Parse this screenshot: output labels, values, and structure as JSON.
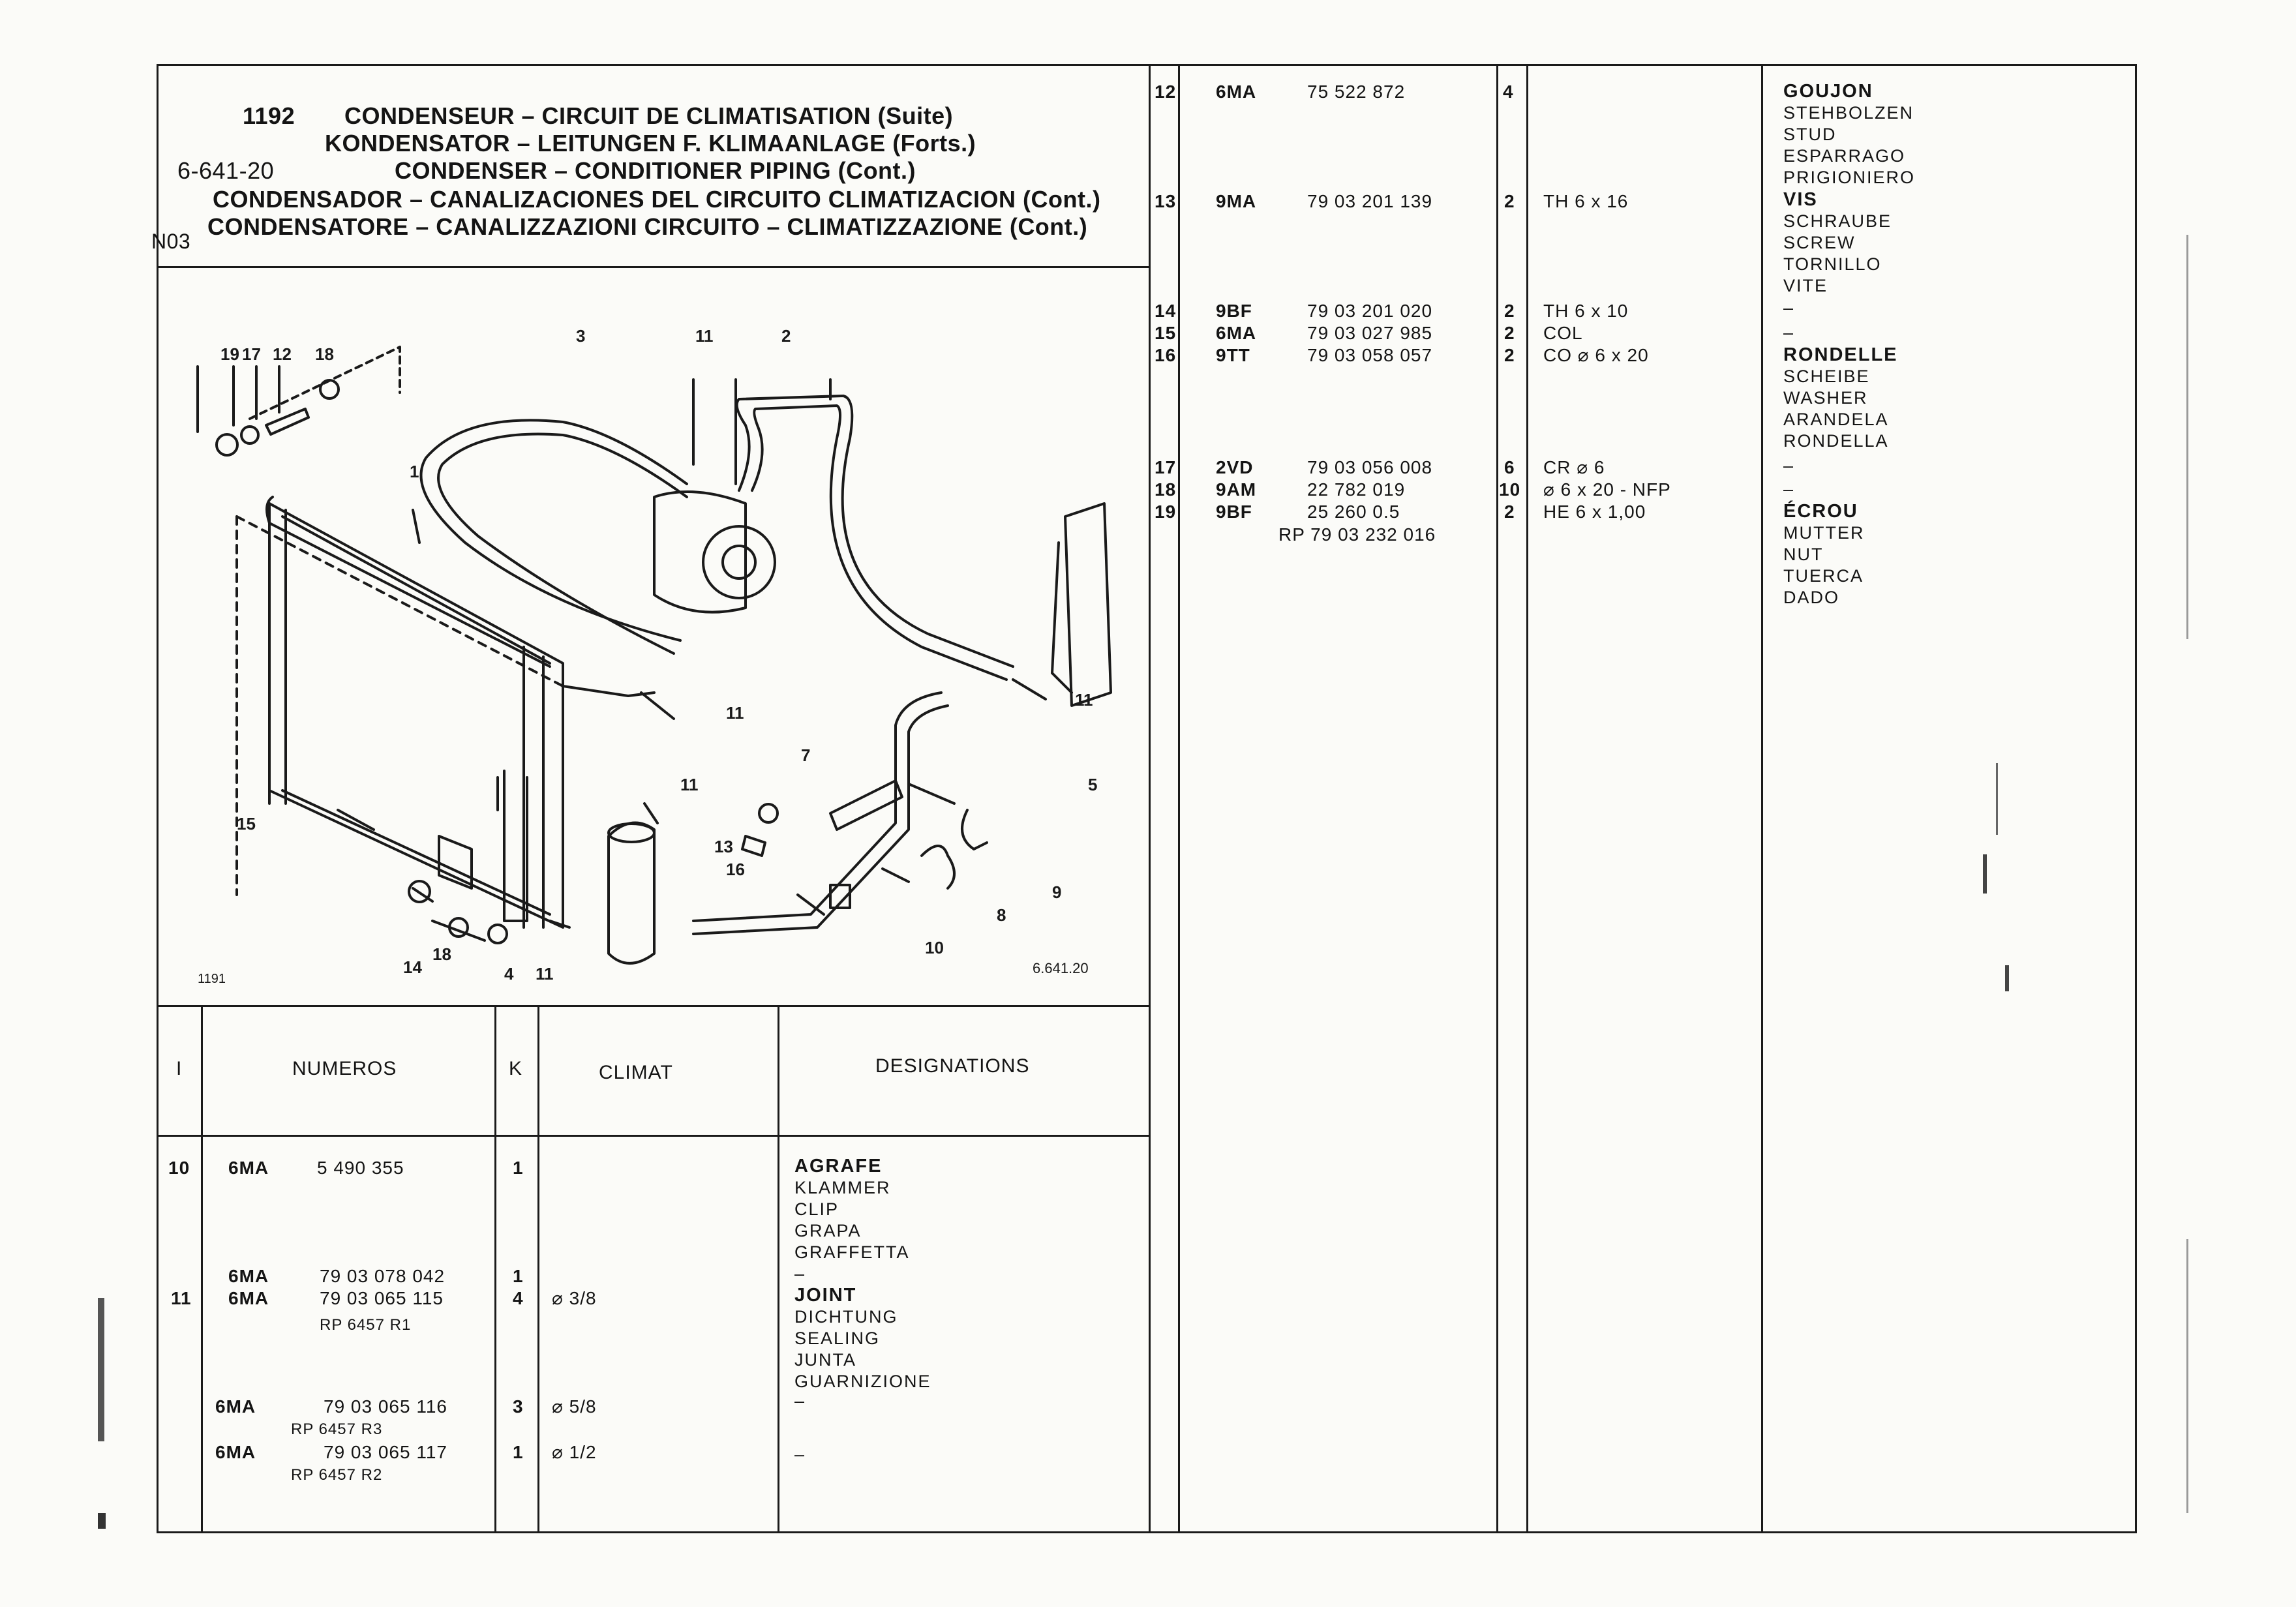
{
  "header": {
    "page_number": "1192",
    "line_fr": "CONDENSEUR – CIRCUIT DE CLIMATISATION (Suite)",
    "line_de": "KONDENSATOR – LEITUNGEN F. KLIMAANLAGE (Forts.)",
    "ref_code": "6-641-20",
    "line_en": "CONDENSER – CONDITIONER PIPING (Cont.)",
    "line_es": "CONDENSADOR – CANALIZACIONES DEL CIRCUITO CLIMATIZACION (Cont.)",
    "side_code": "N03",
    "line_it": "CONDENSATORE – CANALIZZAZIONI CIRCUITO – CLIMATIZZAZIONE (Cont.)"
  },
  "diagram": {
    "page_ref": "1191",
    "drawing_ref": "6.641.20",
    "callouts": [
      "19",
      "17",
      "12",
      "18",
      "3",
      "11",
      "2",
      "1",
      "11",
      "11",
      "7",
      "5",
      "11",
      "15",
      "13",
      "16",
      "9",
      "8",
      "10",
      "14",
      "18",
      "4",
      "11"
    ]
  },
  "table_header": {
    "col_index": "I",
    "col_numbers": "NUMEROS",
    "col_k": "K",
    "col_climat": "CLIMAT",
    "col_designations": "DESIGNATIONS"
  },
  "left_rows": [
    {
      "item": "10",
      "code": "6MA",
      "number": "5 490 355",
      "k": "1",
      "climat": "",
      "desig": [
        "AGRAFE",
        "KLAMMER",
        "CLIP",
        "GRAPA",
        "GRAFFETTA"
      ]
    },
    {
      "item": "",
      "code": "6MA",
      "number": "79 03 078 042",
      "k": "1",
      "climat": "",
      "desig": [
        "–"
      ]
    },
    {
      "item": "11",
      "code": "6MA",
      "number": "79 03 065 115",
      "k": "4",
      "climat": "⌀ 3/8",
      "desig": [
        "JOINT",
        "DICHTUNG",
        "SEALING",
        "JUNTA",
        "GUARNIZIONE"
      ],
      "rp": "RP 6457 R1"
    },
    {
      "item": "",
      "code": "6MA",
      "number": "79 03 065 116",
      "k": "3",
      "climat": "⌀ 5/8",
      "desig": [
        "–"
      ],
      "rp": "RP 6457 R3"
    },
    {
      "item": "",
      "code": "6MA",
      "number": "79 03 065 117",
      "k": "1",
      "climat": "⌀ 1/2",
      "desig": [
        "–"
      ],
      "rp": "RP 6457 R2"
    }
  ],
  "right_rows": [
    {
      "item": "12",
      "code": "6MA",
      "number": "75 522 872",
      "k": "4",
      "climat": "",
      "desig": [
        "GOUJON",
        "STEHBOLZEN",
        "STUD",
        "ESPARRAGO",
        "PRIGIONIERO"
      ]
    },
    {
      "item": "13",
      "code": "9MA",
      "number": "79 03 201 139",
      "k": "2",
      "climat": "TH 6 x 16",
      "desig": [
        "VIS",
        "SCHRAUBE",
        "SCREW",
        "TORNILLO",
        "VITE"
      ]
    },
    {
      "item": "14",
      "code": "9BF",
      "number": "79 03 201 020",
      "k": "2",
      "climat": "TH 6 x 10",
      "desig": [
        "–"
      ]
    },
    {
      "item": "15",
      "code": "6MA",
      "number": "79 03 027 985",
      "k": "2",
      "climat": "COL",
      "desig": [
        "–"
      ]
    },
    {
      "item": "16",
      "code": "9TT",
      "number": "79 03 058 057",
      "k": "2",
      "climat": "CO ⌀ 6 x 20",
      "desig": [
        "RONDELLE",
        "SCHEIBE",
        "WASHER",
        "ARANDELA",
        "RONDELLA"
      ]
    },
    {
      "item": "17",
      "code": "2VD",
      "number": "79 03 056 008",
      "k": "6",
      "climat": "CR ⌀ 6",
      "desig": [
        "–"
      ]
    },
    {
      "item": "18",
      "code": "9AM",
      "number": "22 782 019",
      "k": "10",
      "climat": "⌀ 6 x 20 - NFP",
      "desig": [
        "–"
      ]
    },
    {
      "item": "19",
      "code": "9BF",
      "number": "25 260 0.5",
      "k": "2",
      "climat": "HE 6 x 1,00",
      "desig": [
        "ÉCROU",
        "MUTTER",
        "NUT",
        "TUERCA",
        "DADO"
      ],
      "rp": "RP 79 03 232 016"
    }
  ]
}
